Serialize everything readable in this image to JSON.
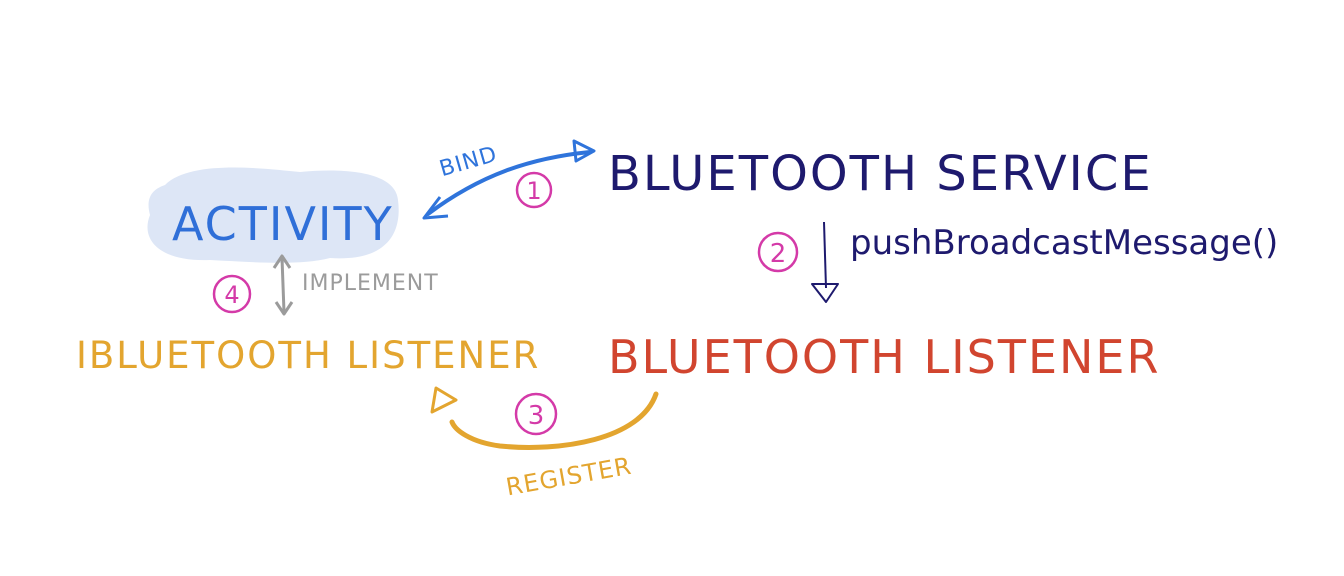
{
  "colors": {
    "activity": "#2f6fd8",
    "activity_bg": "#dde6f6",
    "service": "#1e1a6e",
    "listener": "#d1452f",
    "ilistener": "#e3a52f",
    "step": "#d43aa8",
    "implement": "#9b9b9b",
    "bind": "#2f74db"
  },
  "nodes": {
    "activity": "ACTIVITY",
    "bluetooth_service": "BLUETOOTH SERVICE",
    "bluetooth_listener": "BLUETOOTH LISTENER",
    "ibluetooth_listener": "IBLUETOOTH LISTENER"
  },
  "edges": {
    "bind": {
      "label": "BIND",
      "step": "1"
    },
    "push": {
      "label": "pushBroadcastMessage()",
      "step": "2"
    },
    "register": {
      "label": "REGISTER",
      "step": "3"
    },
    "implement": {
      "label": "IMPLEMENT",
      "step": "4"
    }
  }
}
